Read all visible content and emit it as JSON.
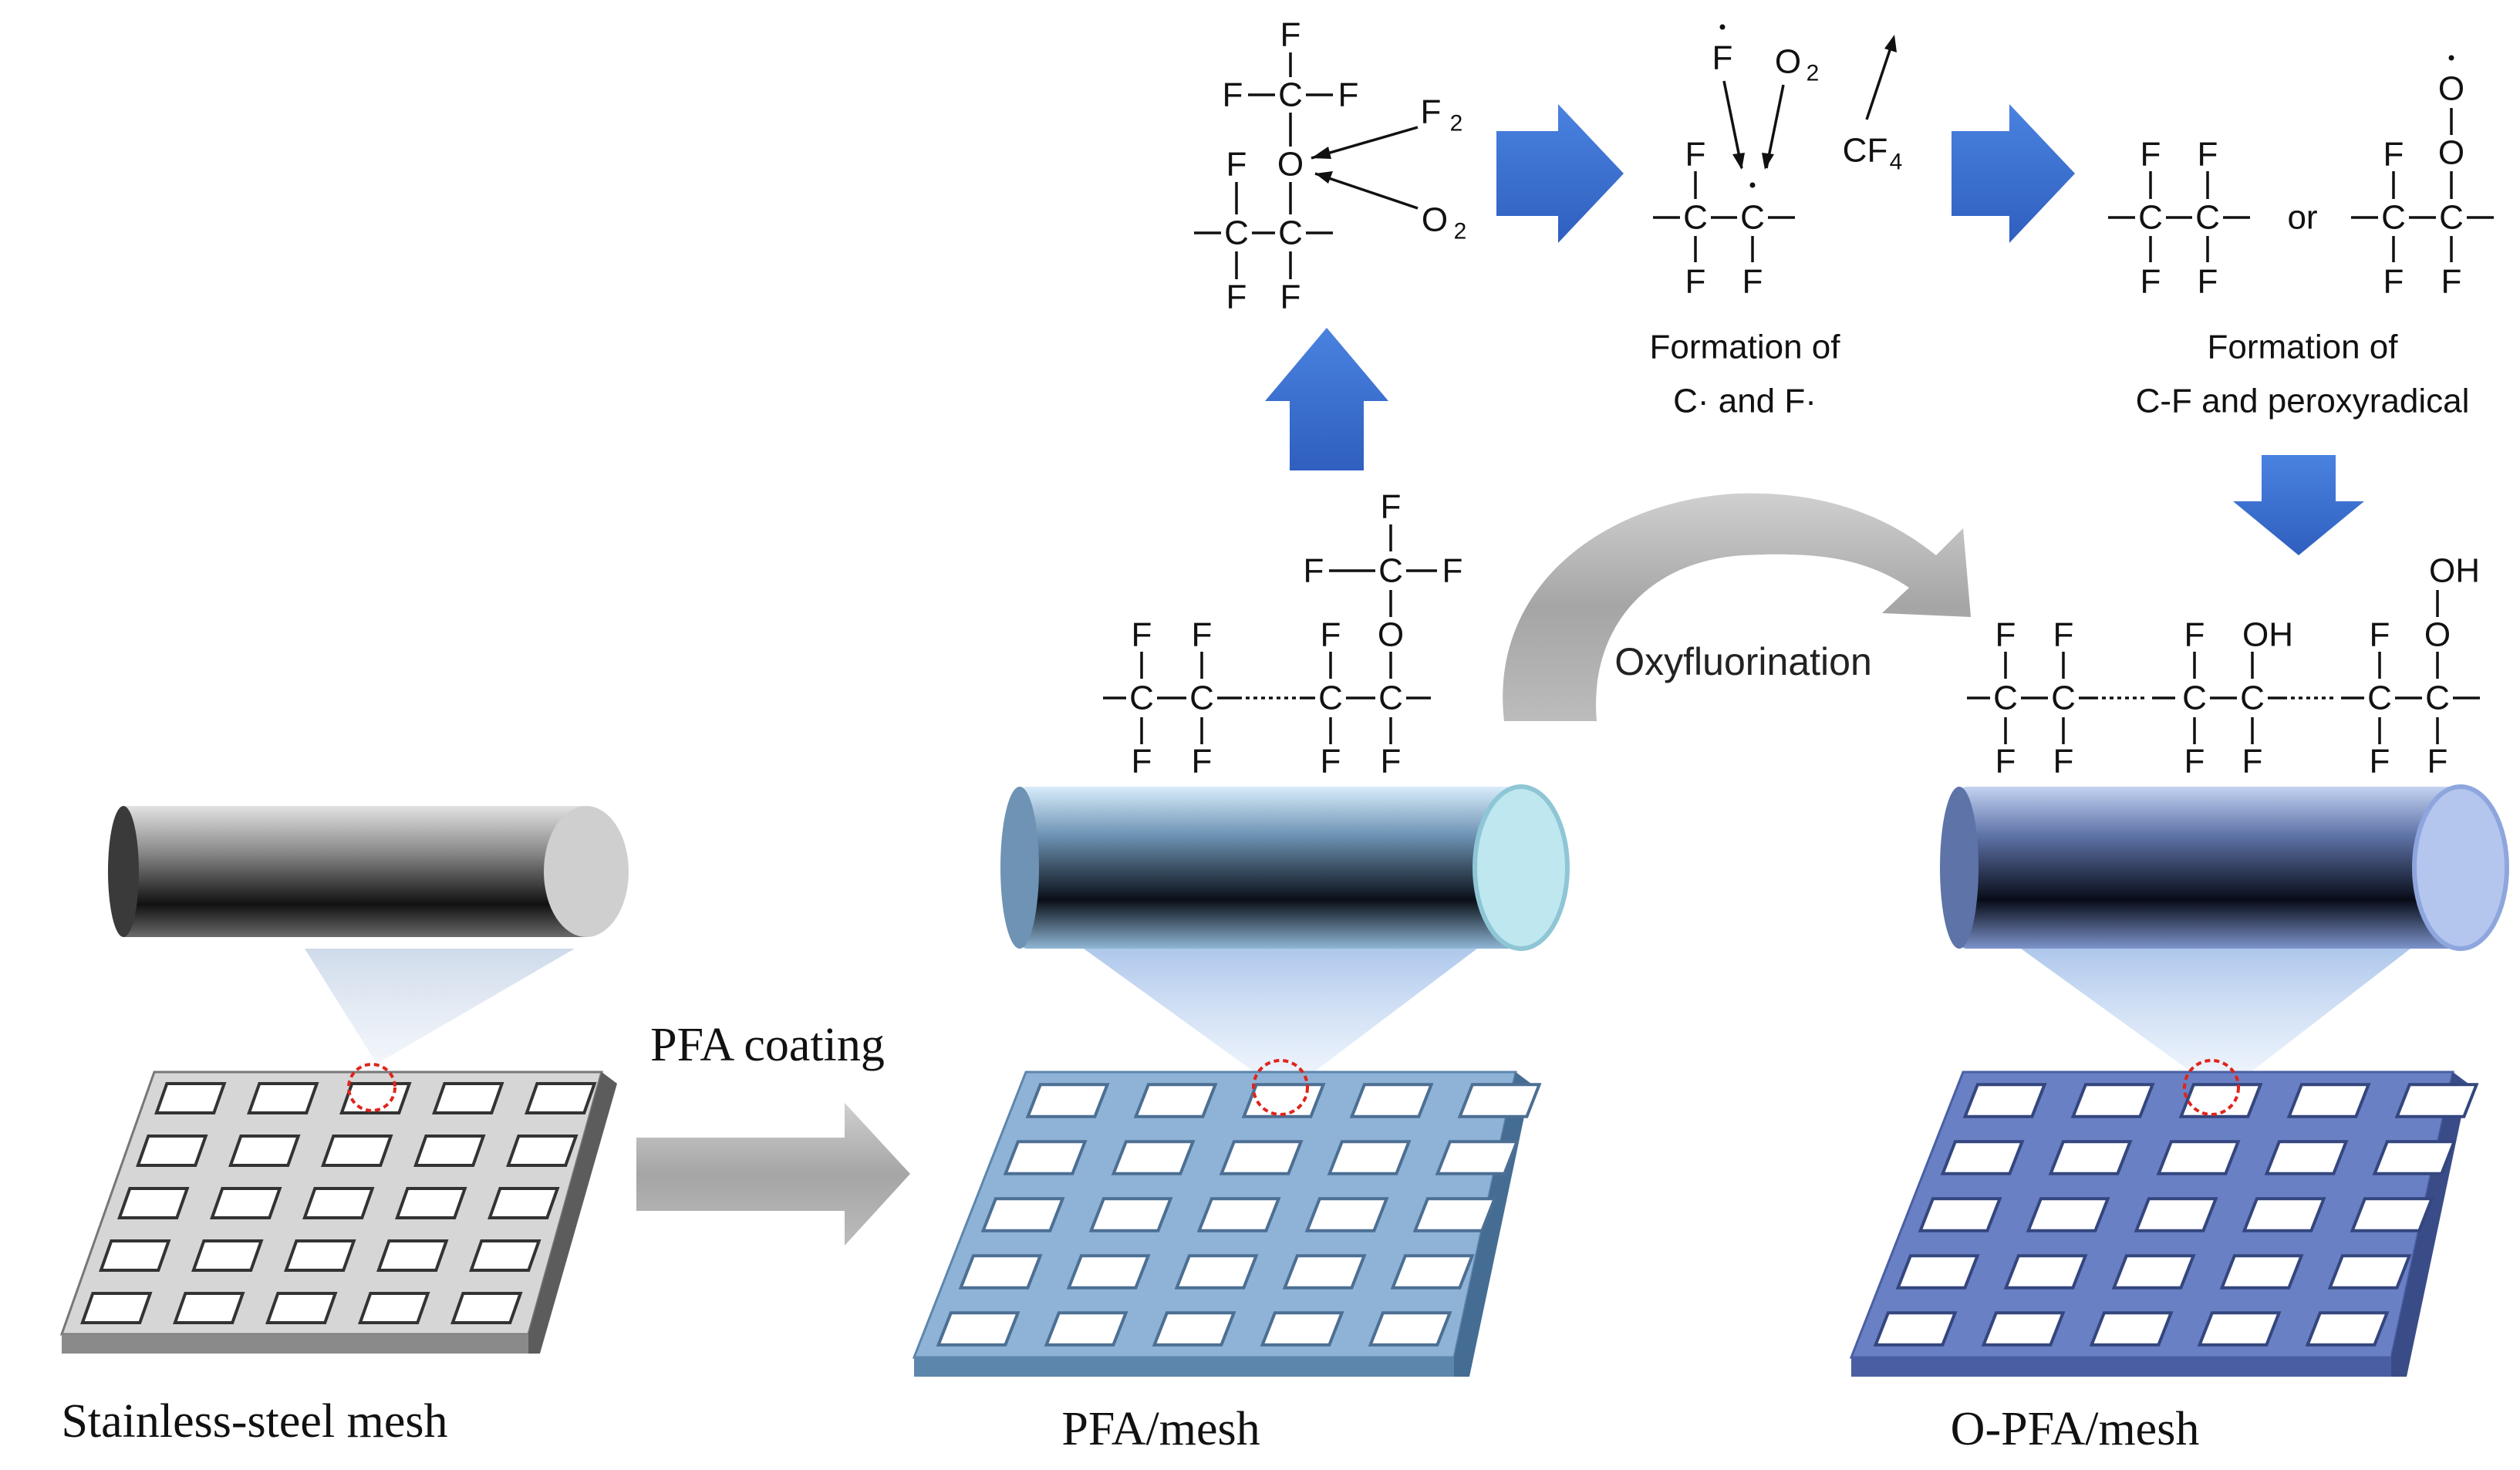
{
  "labels": {
    "stainless_mesh": "Stainless-steel mesh",
    "pfa_mesh": "PFA/mesh",
    "opfa_mesh": "O-PFA/mesh",
    "pfa_coating": "PFA coating",
    "oxyfluorination": "Oxyfluorination",
    "formation_radicals_1": "Formation of",
    "formation_radicals_2": "C· and F·",
    "formation_cf_1": "Formation of",
    "formation_cf_2": "C-F and peroxyradical",
    "or": "or"
  },
  "atoms": {
    "F": "F",
    "C": "C",
    "O": "O",
    "OH": "OH",
    "F2": "F",
    "O2": "O",
    "CF4": "CF",
    "sub2": "2",
    "sub4": "4"
  },
  "colors": {
    "process_arrow": "#3a6fd2",
    "curved_arrow": "#a9a9a9",
    "coating_arrow": "#9f9f9f",
    "steel_mesh": "#c8c8c8",
    "pfa_mesh": "#8fb3d6",
    "opfa_mesh": "#6a80c4",
    "highlight_circle": "#e0241b"
  }
}
